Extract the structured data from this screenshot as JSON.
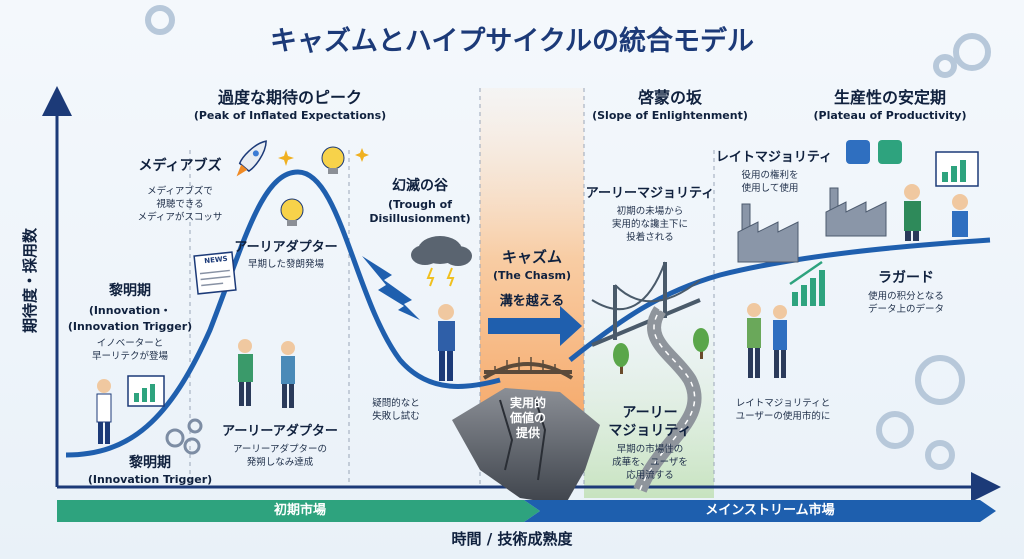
{
  "title": "キャズムとハイプサイクルの統合モデル",
  "axis": {
    "x_label": "時間 / 技術成熟度",
    "y_label": "期待度・採用数"
  },
  "bottom_bar": {
    "early_market": "初期市場",
    "mainstream_market": "メインストリーム市場"
  },
  "stages": {
    "trigger_bottom": {
      "jp": "黎明期",
      "en": "(Innovation Trigger)"
    },
    "trigger_mid": {
      "jp": "黎明期",
      "en1": "(Innovation・",
      "en2": "(Innovation Trigger)",
      "desc1": "イノベーターと",
      "desc2": "早ーリテクが登場"
    },
    "media": {
      "jp": "メディアブズ",
      "desc1": "メディアブズで",
      "desc2": "視聴できる",
      "desc3": "メディアがスコッサ"
    },
    "peak": {
      "jp": "過度な期待のピーク",
      "en": "(Peak of Inflated Expectations)"
    },
    "early_adopters_top": {
      "jp": "アーリアダプター",
      "desc": "早期した發朗発場"
    },
    "early_adopters_bottom": {
      "jp": "アーリーアダプター",
      "desc1": "アーリーアダプターの",
      "desc2": "発朔しなみ達成"
    },
    "trough": {
      "jp": "幻滅の谷",
      "en1": "(Trough of",
      "en2": "Disillusionment)",
      "desc1": "疑問的なと",
      "desc2": "失敗し試む"
    },
    "chasm": {
      "jp": "キャズム",
      "en": "(The Chasm)",
      "action": "溝を越える",
      "value1": "実用的",
      "value2": "価値の",
      "value3": "提供"
    },
    "slope": {
      "jp": "啓蒙の坂",
      "en": "(Slope of Enlightenment)"
    },
    "early_majority_top": {
      "jp": "アーリーマジョリティ",
      "desc1": "初期の未場から",
      "desc2": "実用的な讒主下に",
      "desc3": "投着される"
    },
    "early_majority_bottom": {
      "jp1": "アーリー",
      "jp2": "マジョリティ",
      "desc1": "早期の市場性の",
      "desc2": "成華を、ユーザを",
      "desc3": "応用流する"
    },
    "plateau": {
      "jp": "生産性の安定期",
      "en": "(Plateau of Productivity)"
    },
    "late_majority_top": {
      "jp": "レイトマジョリティ",
      "desc1": "役用の権利を",
      "desc2": "使用して使用"
    },
    "late_majority_bottom": {
      "desc1": "レイトマジョリティと",
      "desc2": "ユーザーの使用市的に"
    },
    "laggards": {
      "jp": "ラガード",
      "desc1": "使用の积分となる",
      "desc2": "データ上のデータ"
    }
  },
  "icons": {
    "news": "NEWS"
  },
  "colors": {
    "curve": "#1f5fae",
    "early_bar": "#2ea37e",
    "mainstream_bar": "#1e5fae",
    "chasm_glow": "#f7b677",
    "title": "#1c3a78",
    "green_zone": "#cfe7c6"
  }
}
